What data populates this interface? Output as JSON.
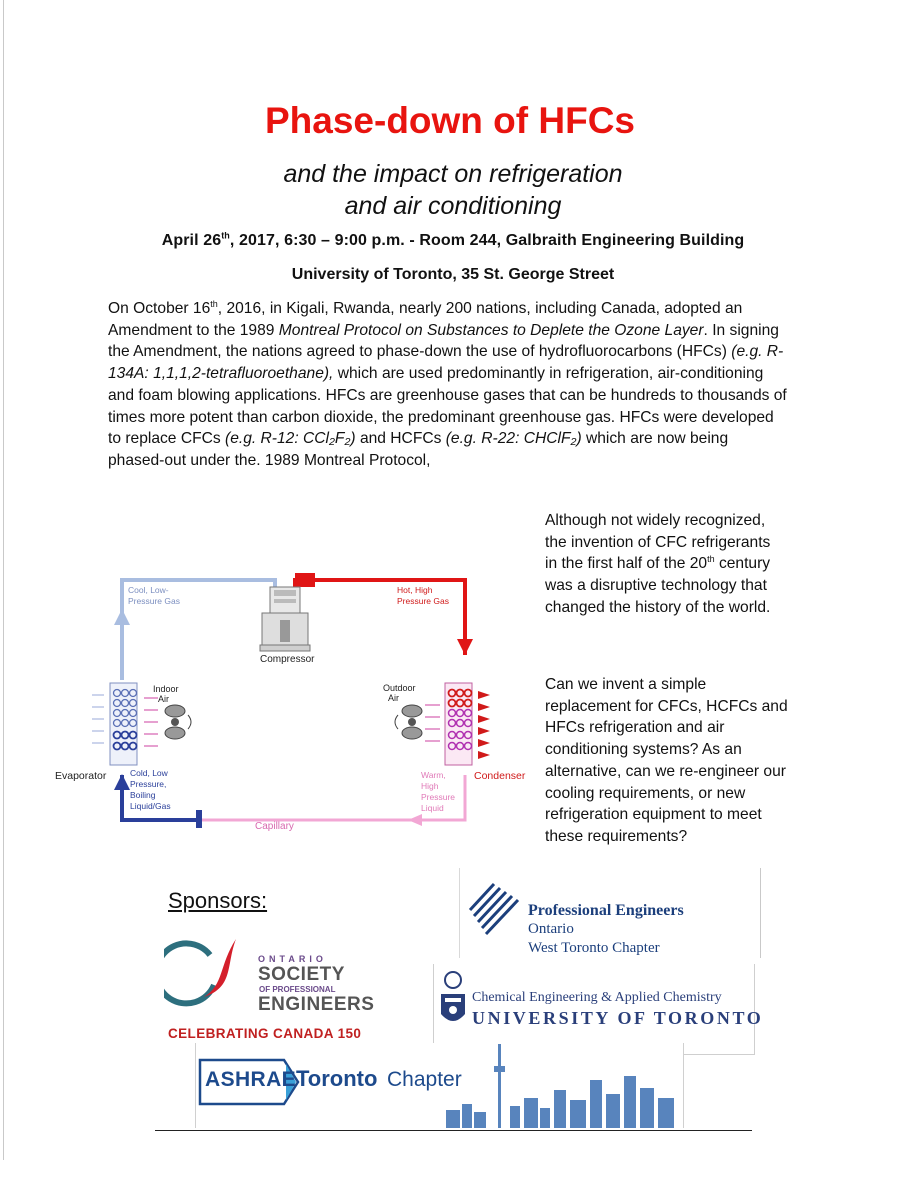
{
  "header": {
    "title": "Phase-down of HFCs",
    "subtitle_line1": "and the impact on refrigeration",
    "subtitle_line2": "and air conditioning",
    "date_pre": "April 26",
    "date_sup": "th",
    "date_post": ", 2017, 6:30 – 9:00 p.m. - Room 244, Galbraith Engineering Building",
    "venue": "University of Toronto, 35 St. George Street"
  },
  "body": {
    "p_a": "On October 16",
    "p_a_sup": "th",
    "p_b": ", 2016, in Kigali, Rwanda, nearly 200 nations, including Canada, adopted an Amendment to the 1989 ",
    "p_c_italic": "Montreal Protocol on Substances to Deplete the Ozone Layer",
    "p_d": ". In signing the Amendment, the nations agreed to phase-down the use of hydrofluorocarbons (HFCs) ",
    "p_e_italic": "(e.g. R-134A: 1,1,1,2-tetrafluoroethane),",
    "p_f": " which are used predominantly in refrigeration, air-conditioning and foam blowing applications.  HFCs are greenhouse gases that can be hundreds to thousands of times more potent than carbon dioxide, the predominant greenhouse gas. HFCs were developed to replace CFCs ",
    "p_g_italic": "(e.g. R-12: CCl₂F₂)",
    "p_h": " and HCFCs ",
    "p_i_italic": "(e.g. R-22: CHClF₂)",
    "p_j": " which are now being phased-out under the. 1989 Montreal Protocol,"
  },
  "side": {
    "s1_a": "Although not widely recognized, the invention of CFC refrigerants in the first half of the 20",
    "s1_sup": "th",
    "s1_b": " century was a disruptive technology that changed the history of the world.",
    "s2": "Can we invent a simple replacement for CFCs, HCFCs and HFCs refrigeration and air conditioning systems? As an alternative, can we re-engineer our cooling requirements, or new refrigeration equipment to meet these requirements?"
  },
  "diagram": {
    "cool_gas_1": "Cool, Low-",
    "cool_gas_2": "Pressure Gas",
    "hot_gas_1": "Hot, High",
    "hot_gas_2": "Pressure Gas",
    "compressor": "Compressor",
    "indoor_1": "Indoor",
    "indoor_2": "Air",
    "outdoor_1": "Outdoor",
    "outdoor_2": "Air",
    "evaporator": "Evaporator",
    "condenser": "Condenser",
    "cold_1": "Cold, Low",
    "cold_2": "Pressure,",
    "cold_3": "Boiling",
    "cold_4": "Liquid/Gas",
    "warm_1": "Warm,",
    "warm_2": "High",
    "warm_3": "Pressure",
    "warm_4": "Liquid",
    "capillary": "Capillary",
    "colors": {
      "hot": "#e01515",
      "cool": "#a9bde0",
      "cold": "#2a3f9a",
      "warm": "#f2a7d4"
    }
  },
  "sponsors": {
    "heading": "Sponsors:",
    "pe_name": "Professional Engineers",
    "pe_sub1": "Ontario",
    "pe_sub2": "West Toronto Chapter",
    "ospe_ontario": "ONTARIO",
    "ospe_society": "SOCIETY",
    "ospe_prof": "OF PROFESSIONAL",
    "ospe_eng": "ENGINEERS",
    "ospe_canada": "CELEBRATING CANADA 150",
    "uoft_dept": "Chemical Engineering & Applied Chemistry",
    "uoft_name": "UNIVERSITY OF TORONTO",
    "ashrae": "ASHRAE",
    "ashrae_toronto": "Toronto",
    "ashrae_chapter": "Chapter"
  }
}
